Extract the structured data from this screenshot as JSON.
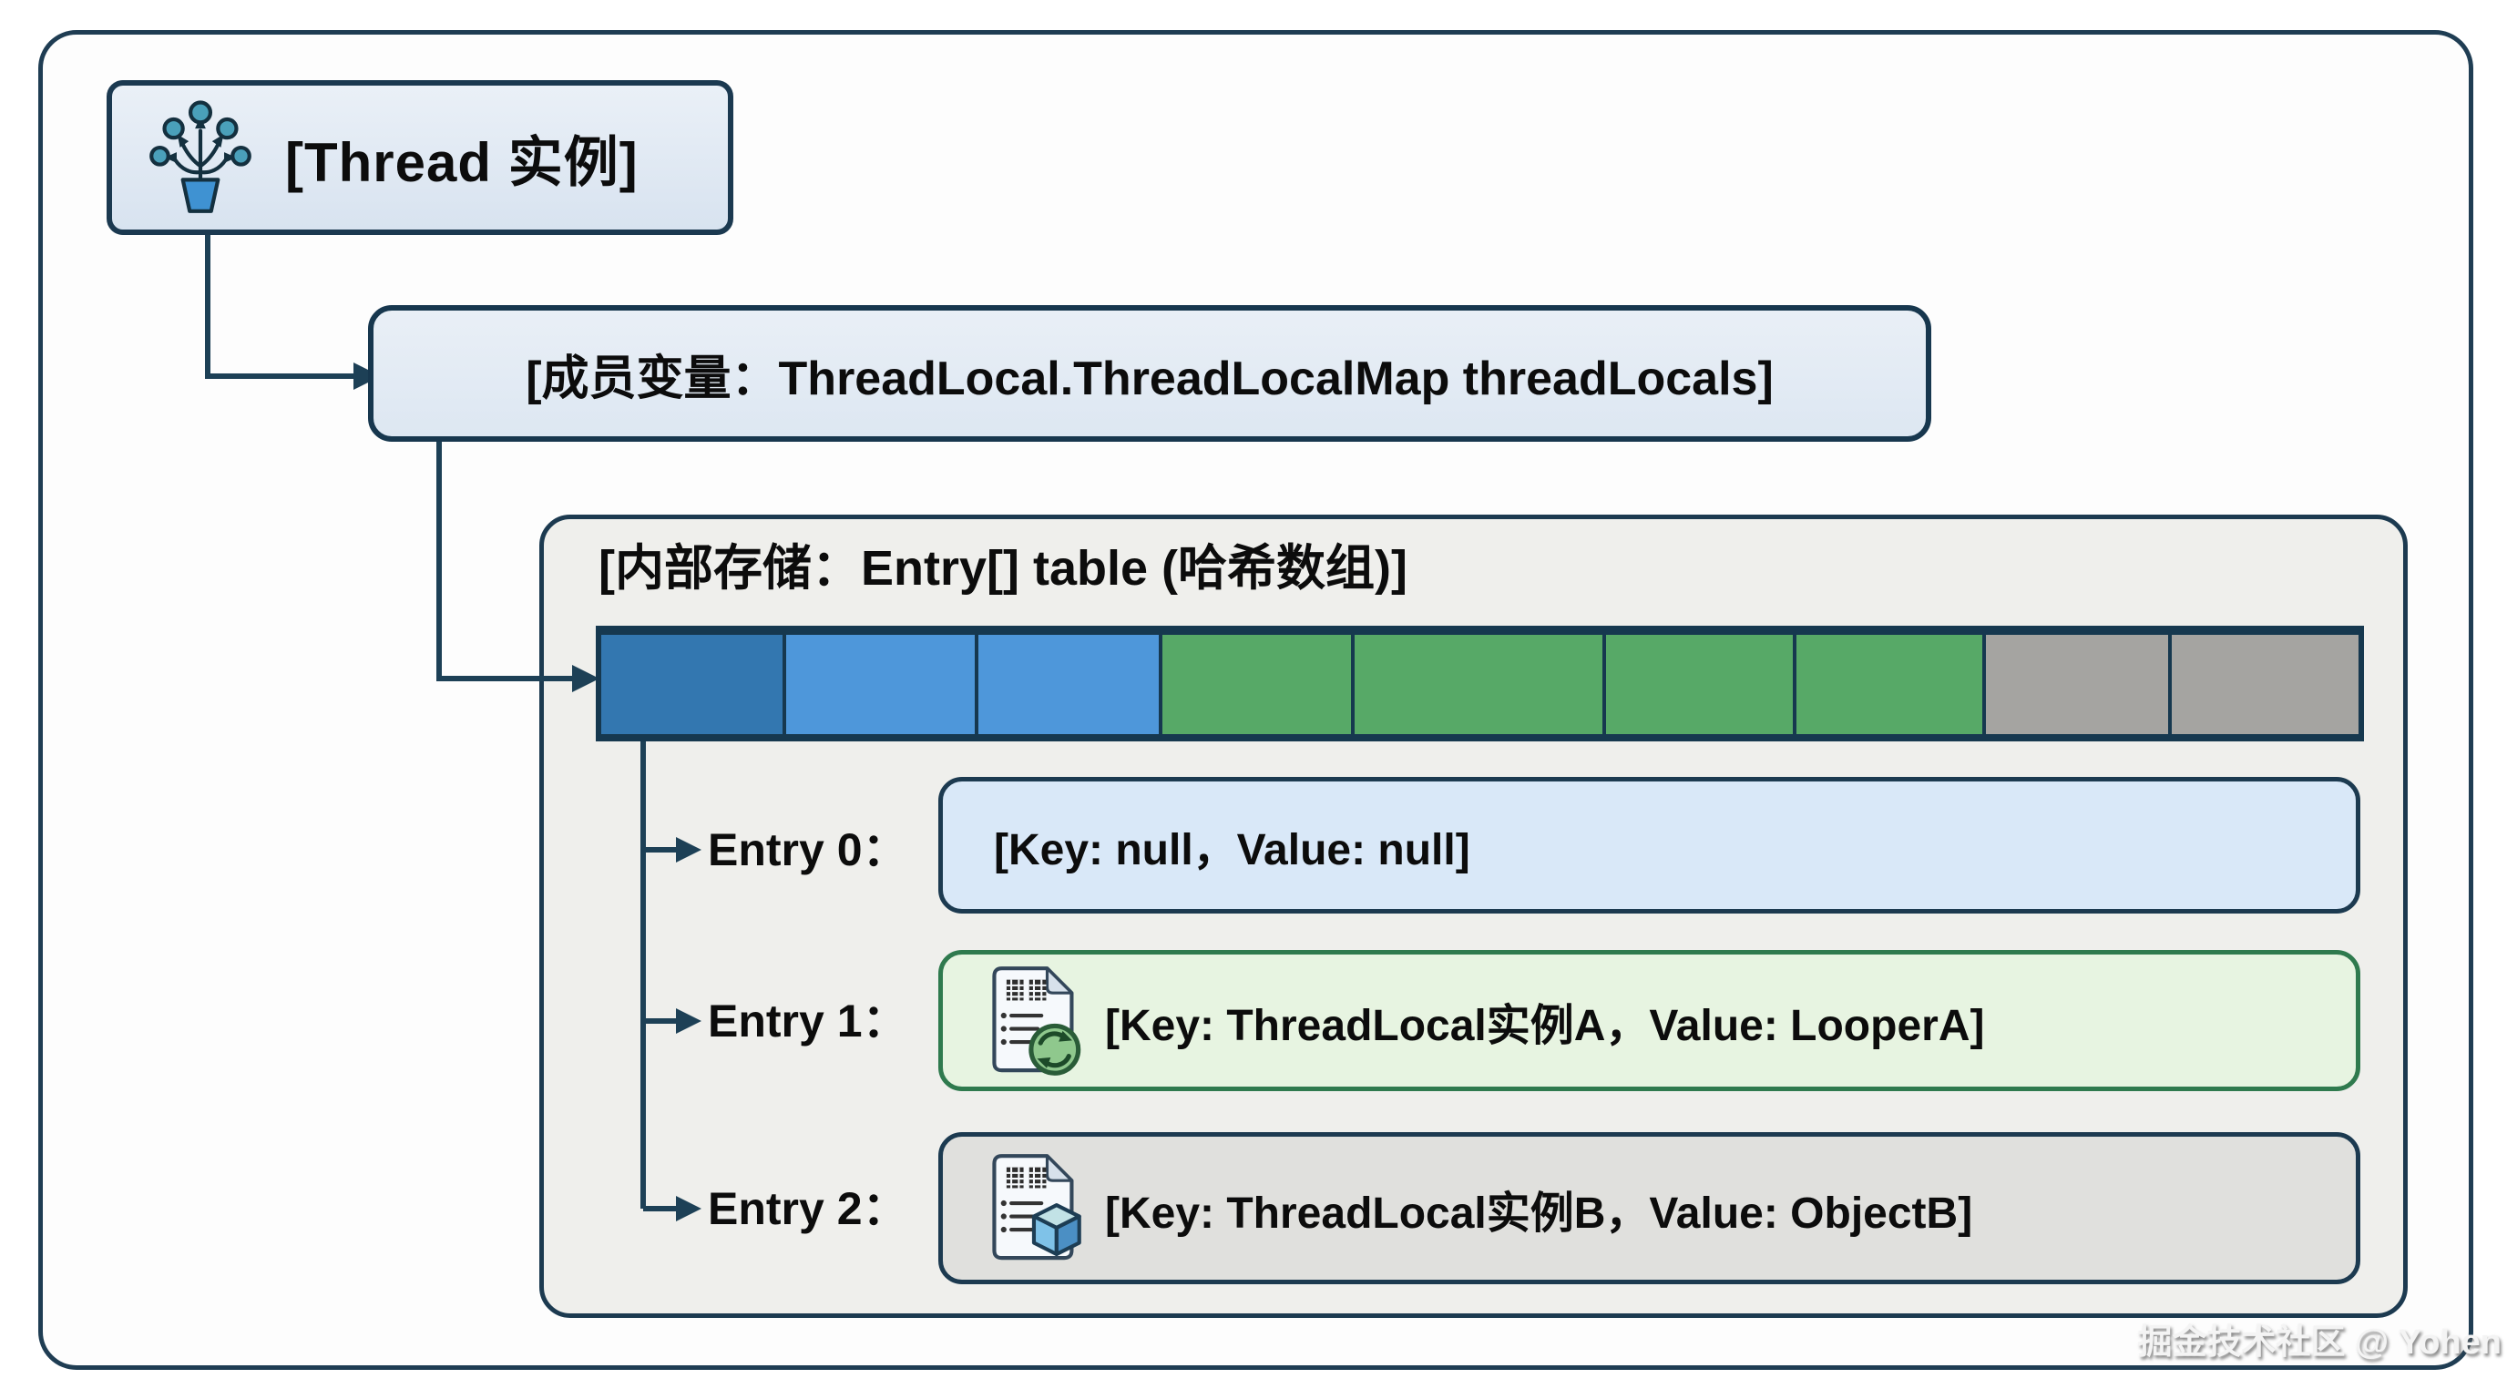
{
  "diagram": {
    "thread_box": {
      "label": "[Thread 实例]",
      "icon": "potted-thread-tree-icon"
    },
    "member_box": {
      "label": "[成员变量：ThreadLocal.ThreadLocalMap threadLocals]"
    },
    "storage_box": {
      "title": "[内部存储：Entry[] table (哈希数组)]",
      "array": {
        "cells": [
          {
            "index": 0,
            "color": "#3377b0",
            "role": "stale-slot"
          },
          {
            "index": 1,
            "color": "#4e97da",
            "role": "blue-slot"
          },
          {
            "index": 2,
            "color": "#4e97da",
            "role": "blue-slot"
          },
          {
            "index": 3,
            "color": "#57a967",
            "role": "occupied-slot"
          },
          {
            "index": 4,
            "color": "#57a967",
            "role": "occupied-slot"
          },
          {
            "index": 5,
            "color": "#57a967",
            "role": "occupied-slot"
          },
          {
            "index": 6,
            "color": "#57a967",
            "role": "occupied-slot"
          },
          {
            "index": 7,
            "color": "#a5a4a1",
            "role": "empty-slot"
          },
          {
            "index": 8,
            "color": "#a5a4a1",
            "role": "empty-slot"
          }
        ]
      },
      "entries": [
        {
          "label": "Entry 0：",
          "text": "[Key: null，Value: null]",
          "icon": null,
          "fill": "#d9e8f8",
          "border": "#1c3a50"
        },
        {
          "label": "Entry 1：",
          "text": "[Key: ThreadLocal实例A，Value: LooperA]",
          "icon": "document-refresh-icon",
          "fill": "#e7f4e1",
          "border": "#2f7a4e"
        },
        {
          "label": "Entry 2：",
          "text": "[Key: ThreadLocal实例B，Value: ObjectB]",
          "icon": "document-cube-icon",
          "fill": "#e0e0dd",
          "border": "#1c3a50"
        }
      ]
    },
    "watermark": "掘金技术社区 @ Yohen",
    "colors": {
      "frame_border": "#1f3d53",
      "box_border": "#17374e",
      "green_border": "#2f7a4e",
      "connector": "#1d4056",
      "node_fill": "#dfe8f2",
      "storage_fill": "#efefec"
    }
  }
}
